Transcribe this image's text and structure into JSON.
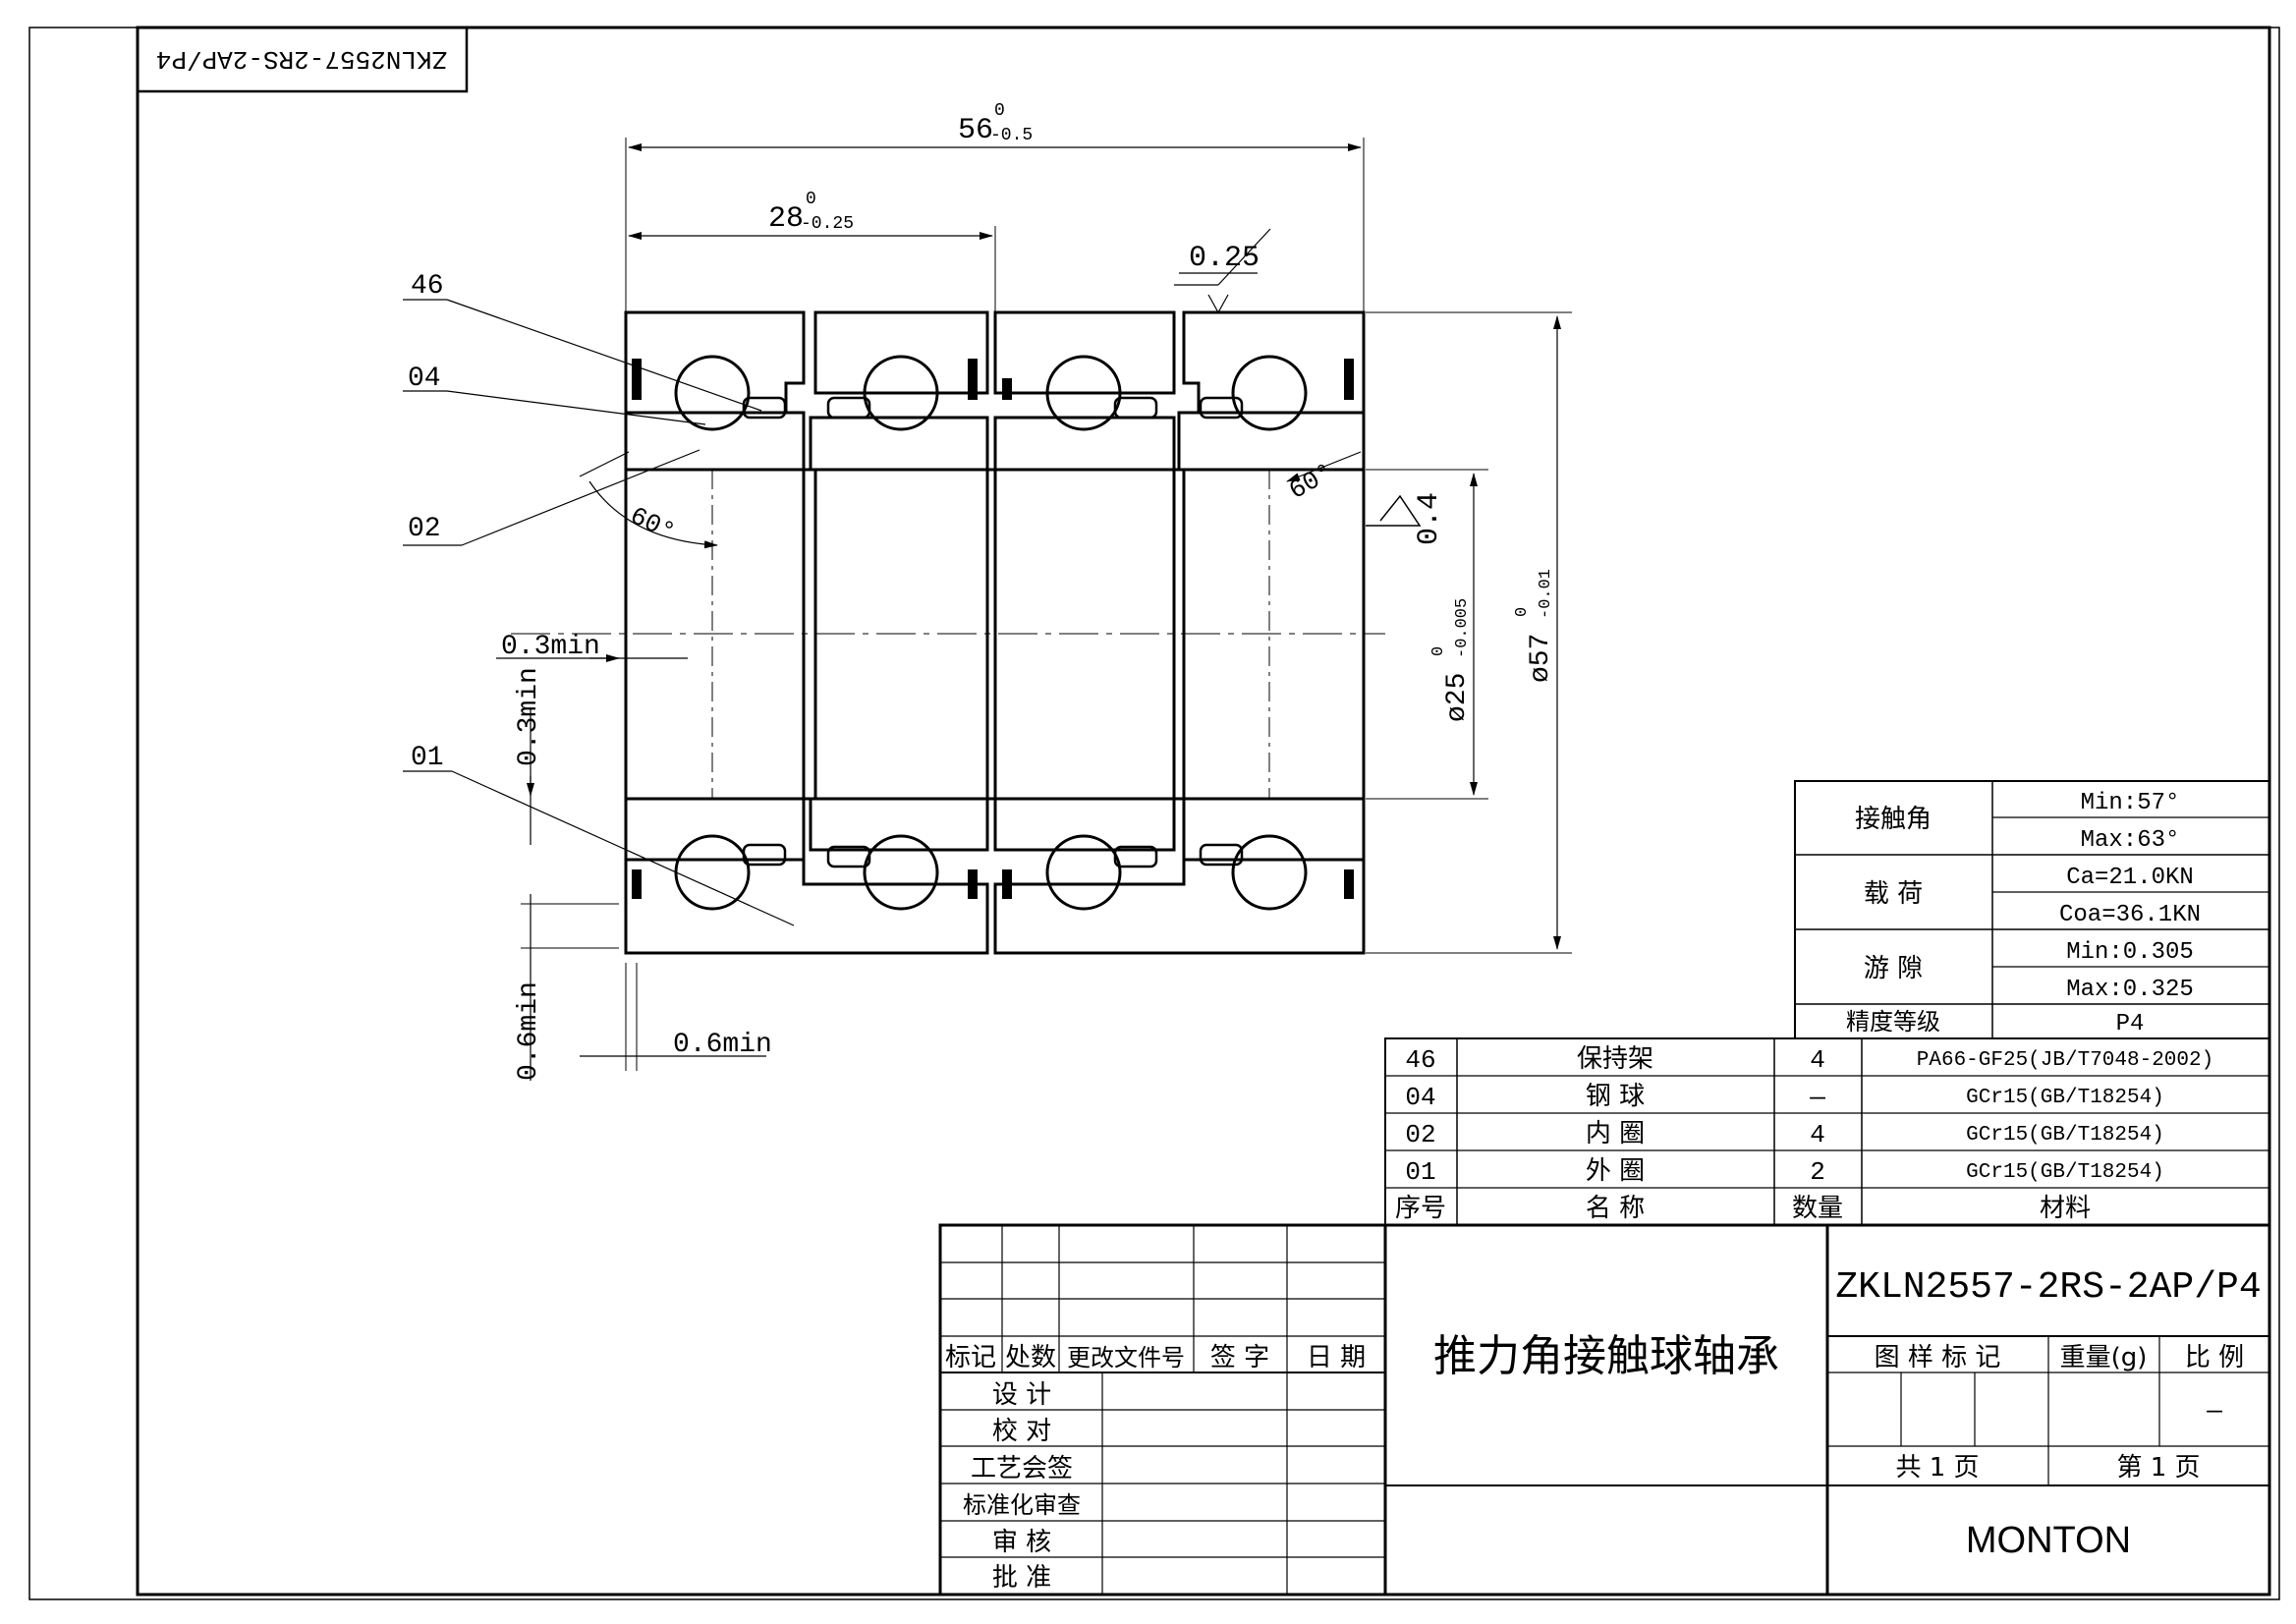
{
  "drawing_title_mirrored": "ZKLN2557-2RS-2AP/P4",
  "dimensions": {
    "overall_width": "56",
    "overall_width_tol_upper": "0",
    "overall_width_tol_lower": "-0.5",
    "half_width": "28",
    "half_width_tol_upper": "0",
    "half_width_tol_lower": "-0.25",
    "groove": "0.25",
    "angle_left": "60°",
    "angle_right": "60°",
    "flatness": "0.4",
    "bore": "ø25",
    "bore_tol_upper": "0",
    "bore_tol_lower": "-0.005",
    "outer_dia": "ø57",
    "outer_dia_tol_upper": "0",
    "outer_dia_tol_lower": "-0.01",
    "chamfer_h_top": "0.3min",
    "chamfer_v_top": "0.3min",
    "chamfer_v_bottom": "0.6min",
    "chamfer_h_bottom": "0.6min"
  },
  "callouts": [
    "46",
    "04",
    "02",
    "01"
  ],
  "specs": [
    {
      "label": "接触角",
      "values": [
        "Min:57°",
        "Max:63°"
      ]
    },
    {
      "label": "载 荷",
      "values": [
        "Ca=21.0KN",
        "Coa=36.1KN"
      ]
    },
    {
      "label": "游 隙",
      "values": [
        "Min:0.305",
        "Max:0.325"
      ]
    },
    {
      "label": "精度等级",
      "values": [
        "P4"
      ]
    }
  ],
  "parts": {
    "rows": [
      {
        "no": "46",
        "name": "保持架",
        "qty": "4",
        "material": "PA66-GF25(JB/T7048-2002)"
      },
      {
        "no": "04",
        "name": "钢 球",
        "qty": "—",
        "material": "GCr15(GB/T18254)"
      },
      {
        "no": "02",
        "name": "内 圈",
        "qty": "4",
        "material": "GCr15(GB/T18254)"
      },
      {
        "no": "01",
        "name": "外 圈",
        "qty": "2",
        "material": "GCr15(GB/T18254)"
      }
    ],
    "header": {
      "no": "序号",
      "name": "名 称",
      "qty": "数量",
      "material": "材料"
    }
  },
  "title_block": {
    "product_name": "推力角接触球轴承",
    "part_number": "ZKLN2557-2RS-2AP/P4",
    "company": "MONTON",
    "rev_headers": [
      "标记",
      "处数",
      "更改文件号",
      "签 字",
      "日 期"
    ],
    "approvals": [
      "设 计",
      "校 对",
      "工艺会签",
      "标准化审查",
      "审 核",
      "批 准"
    ],
    "mark_header": "图 样 标 记",
    "weight_header": "重量(g)",
    "scale_header": "比 例",
    "scale_value": "—",
    "sheets_total": "共 1 页",
    "sheet_no": "第 1 页"
  }
}
